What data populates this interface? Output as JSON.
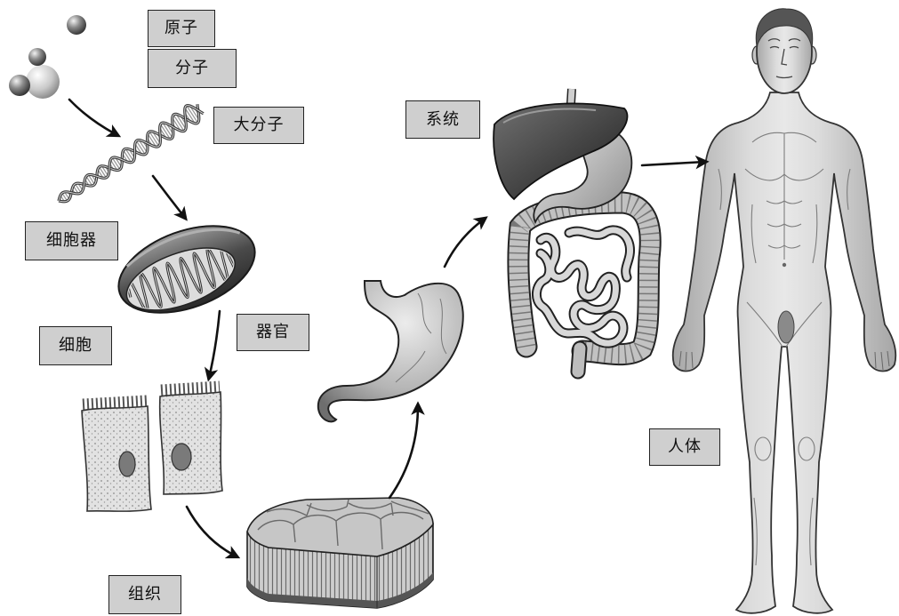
{
  "labels": {
    "atom": "原子",
    "molecule": "分子",
    "macromolecule": "大分子",
    "organelle": "细胞器",
    "cell": "细胞",
    "organ": "器官",
    "tissue": "组织",
    "system": "系统",
    "human_body": "人体"
  },
  "colors": {
    "label_fill": "#cfcfcf",
    "label_border": "#222222",
    "arrow": "#111111",
    "background": "#ffffff"
  }
}
